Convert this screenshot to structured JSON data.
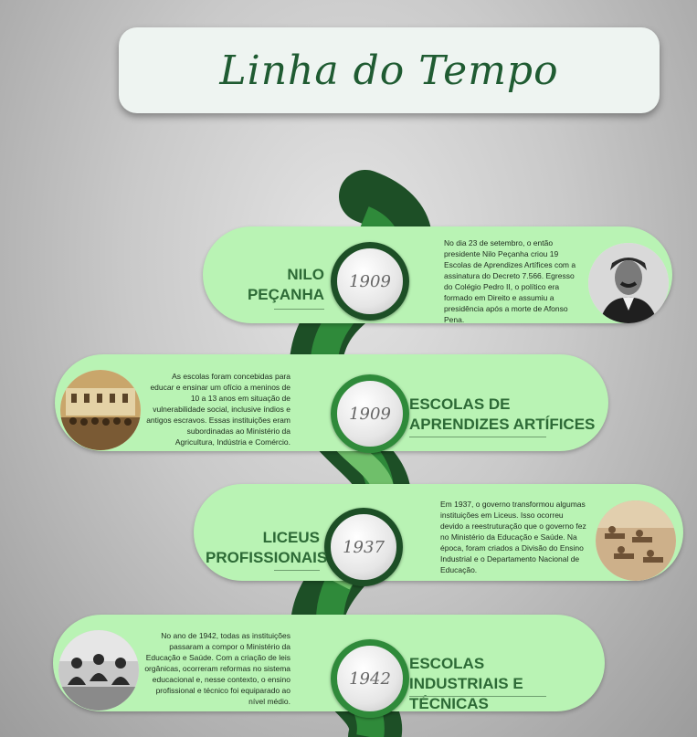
{
  "title": "Linha do Tempo",
  "events": [
    {
      "year": "1909",
      "heading_line1": "NILO",
      "heading_line2": "PEÇANHA",
      "description": "No dia 23 de setembro, o então presidente Nilo Peçanha criou 19 Escolas de Aprendizes Artífices com a assinatura do Decreto 7.566. Egresso do Colégio Pedro II, o político era formado em Direito e assumiu a presidência após a morte de Afonso Pena.",
      "photo_icon": "portrait-photo-icon"
    },
    {
      "year": "1909",
      "heading_line1": "ESCOLAS DE",
      "heading_line2": "APRENDIZES ARTÍFICES",
      "description": "As escolas foram concebidas para educar e ensinar um ofício a meninos de 10 a 13 anos em situação de vulnerabilidade social, inclusive índios e antigos escravos. Essas instituições eram subordinadas ao Ministério da Agricultura, Indústria e Comércio.",
      "photo_icon": "school-group-photo-icon"
    },
    {
      "year": "1937",
      "heading_line1": "LICEUS",
      "heading_line2": "PROFISSIONAIS",
      "description": "Em 1937, o governo transformou algumas instituições em Liceus. Isso ocorreu devido a reestruturação que o governo fez no Ministério da Educação e Saúde. Na época, foram criados a Divisão do Ensino Industrial e o Departamento Nacional de Educação.",
      "photo_icon": "classroom-photo-icon"
    },
    {
      "year": "1942",
      "heading_line1": "ESCOLAS",
      "heading_line2": "INDUSTRIAIS E TÉCNICAS",
      "description": "No ano de 1942, todas as instituições passaram a compor o Ministério da Educação e Saúde. Com a criação de leis orgânicas, ocorreram reformas no sistema educacional e, nesse contexto, o ensino profissional e técnico foi equiparado ao nível médio.",
      "photo_icon": "students-photo-icon"
    }
  ],
  "colors": {
    "pill": "#b9f3b4",
    "dark_green": "#1d4f26",
    "mid_green": "#2f8a3a",
    "light_green": "#6fbf6a",
    "heading": "#2d6a36"
  }
}
